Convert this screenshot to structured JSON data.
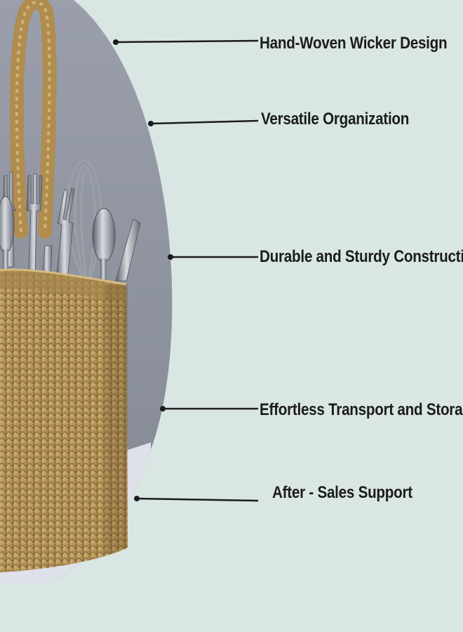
{
  "background_color": "#d9e6e4",
  "photo_backdrop_color": "#8e939e",
  "product_image": {
    "subject": "wicker-basket-with-cutlery-icon",
    "basket_color": "#b59658"
  },
  "features": [
    {
      "label": "Hand-Woven Wicker Design"
    },
    {
      "label": "Versatile Organization"
    },
    {
      "label": "Durable and Sturdy Construction"
    },
    {
      "label": "Effortless Transport and Storage"
    },
    {
      "label": "After - Sales Support"
    }
  ]
}
